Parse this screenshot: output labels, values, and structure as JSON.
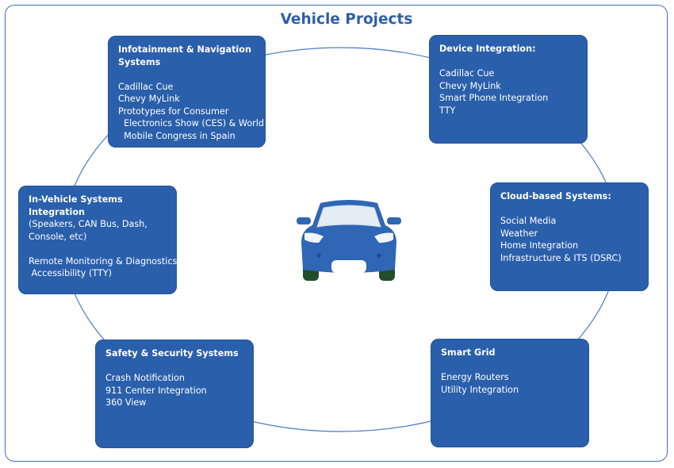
{
  "title": "Vehicle Projects",
  "colors": {
    "box_fill": "#2a5fab",
    "title_text": "#2e5fa8",
    "ring_line": "#4a7dc4",
    "car_body": "#2f66b5",
    "car_tires": "#1f4e2a"
  },
  "icons": {
    "center": "car-icon"
  },
  "boxes": [
    {
      "key": "infotainment",
      "heading": "Infotainment & Navigation\nSystems",
      "items": [
        "Cadillac Cue",
        "Chevy MyLink",
        "Prototypes for Consumer",
        "  Electronics Show (CES) & World",
        "  Mobile Congress in Spain"
      ]
    },
    {
      "key": "device",
      "heading": "Device Integration:",
      "items": [
        "Cadillac Cue",
        "Chevy MyLink",
        "Smart Phone Integration",
        "TTY"
      ]
    },
    {
      "key": "invehicle",
      "heading": "In-Vehicle Systems Integration",
      "items": [
        "(Speakers, CAN Bus, Dash,",
        "Console, etc)",
        "",
        "Remote Monitoring & Diagnostics",
        " Accessibility (TTY)"
      ]
    },
    {
      "key": "cloud",
      "heading": "Cloud-based Systems:",
      "items": [
        "Social Media",
        "Weather",
        "Home Integration",
        "Infrastructure & ITS (DSRC)"
      ]
    },
    {
      "key": "safety",
      "heading": "Safety & Security Systems",
      "items": [
        "Crash Notification",
        "911 Center Integration",
        "360 View"
      ]
    },
    {
      "key": "smartgrid",
      "heading": "Smart Grid",
      "items": [
        "Energy Routers",
        "Utility Integration"
      ]
    }
  ]
}
